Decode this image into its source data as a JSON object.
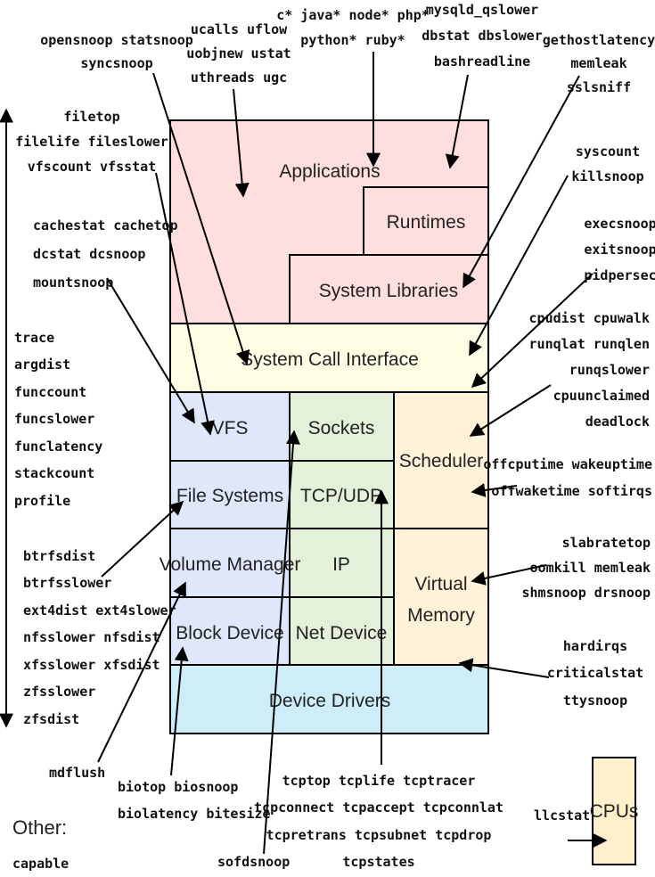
{
  "layers": {
    "applications": "Applications",
    "runtimes": "Runtimes",
    "system_libraries": "System Libraries",
    "syscall_interface": "System Call Interface",
    "vfs": "VFS",
    "sockets": "Sockets",
    "scheduler": "Scheduler",
    "file_systems": "File Systems",
    "tcp_udp": "TCP/UDP",
    "volume_manager": "Volume Manager",
    "ip": "IP",
    "virtual_memory": [
      "Virtual",
      "Memory"
    ],
    "block_device": "Block Device",
    "net_device": "Net Device",
    "device_drivers": "Device Drivers",
    "cpus": "CPUs"
  },
  "tools": {
    "opensnoop": [
      "opensnoop statsnoop",
      "syncsnoop"
    ],
    "ucalls": [
      "ucalls uflow",
      "uobjnew ustat",
      "uthreads ugc"
    ],
    "langs": [
      "c* java* node* php*",
      "python* ruby*"
    ],
    "mysqld": [
      "mysqld_qslower",
      "dbstat dbslower",
      "bashreadline"
    ],
    "gethostlatency": [
      "gethostlatency",
      "memleak",
      "sslsniff"
    ],
    "filetop": [
      "filetop",
      "filelife fileslower",
      "vfscount vfsstat"
    ],
    "syscount": [
      "syscount",
      "killsnoop"
    ],
    "execsnoop": [
      "execsnoop",
      "exitsnoop",
      "pidpersec"
    ],
    "cachestat": [
      "cachestat cachetop",
      "dcstat dcsnoop",
      "mountsnoop"
    ],
    "cpudist": [
      "cpudist cpuwalk",
      "runqlat runqlen",
      "runqslower",
      "cpuunclaimed",
      "deadlock"
    ],
    "trace": [
      "trace",
      "argdist",
      "funccount",
      "funcslower",
      "funclatency",
      "stackcount",
      "profile"
    ],
    "offcputime": [
      "offcputime wakeuptime",
      "offwaketime softirqs"
    ],
    "slabratetop": [
      "slabratetop",
      "oomkill memleak",
      "shmsnoop drsnoop"
    ],
    "btrfsdist": [
      "btrfsdist",
      "btrfsslower",
      "ext4dist ext4slower",
      "nfsslower nfsdist",
      "xfsslower xfsdist",
      "zfsslower",
      "zfsdist"
    ],
    "hardirqs": [
      "hardirqs",
      "criticalstat",
      "ttysnoop"
    ],
    "mdflush": "mdflush",
    "biotop": [
      "biotop biosnoop",
      "biolatency bitesize"
    ],
    "tcptop": [
      "tcptop tcplife tcptracer",
      "tcpconnect tcpaccept tcpconnlat",
      "tcpretrans tcpsubnet tcpdrop",
      "tcpstates"
    ],
    "sofdsnoop": "sofdsnoop",
    "llcstat": "llcstat"
  },
  "other": {
    "label": "Other:",
    "tools": "capable"
  },
  "colors": {
    "app_pink": "#ffdede",
    "syscall_yellow": "#fffde3",
    "vfs_blue": "#dfe8fb",
    "net_green": "#e3f0da",
    "sched_orange": "#fff2d9",
    "driver_cyan": "#cdeef8",
    "cpu_orange": "#fff0cc"
  }
}
